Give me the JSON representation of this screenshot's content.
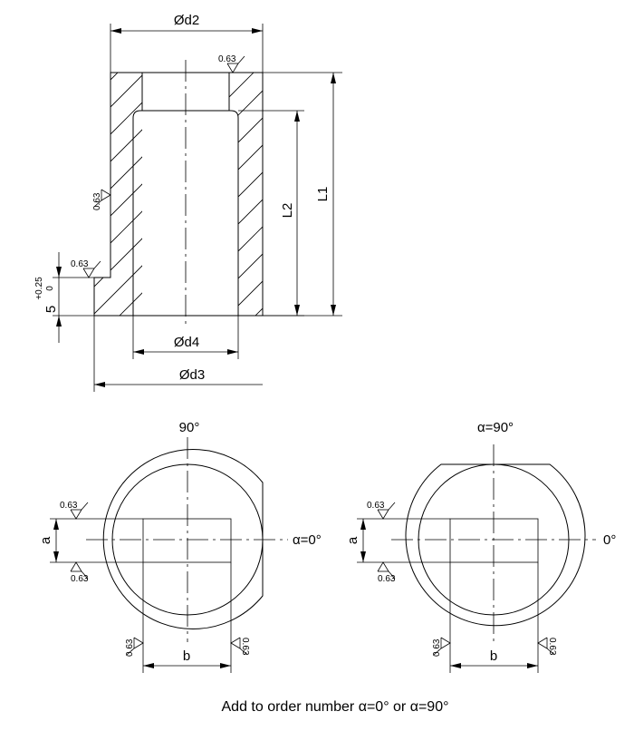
{
  "section_view": {
    "dim_outer_diameter": "Ød2",
    "dim_bore_diameter": "Ød4",
    "dim_flange_diameter": "Ød3",
    "dim_total_length": "L1",
    "dim_bore_length": "L2",
    "dim_step_height": "5",
    "step_tol_upper": "+0.25",
    "step_tol_lower": "0",
    "roughness_top": "0.63",
    "roughness_side": "0.63",
    "roughness_step": "0.63"
  },
  "left_view": {
    "angle_top": "90°",
    "angle_right": "α=0°",
    "dim_slot_width": "a",
    "dim_slot_length": "b",
    "roughness_top": "0.63",
    "roughness_bottom": "0.63",
    "roughness_b_left": "0.63",
    "roughness_b_right": "0.63"
  },
  "right_view": {
    "angle_top": "α=90°",
    "angle_right": "0°",
    "dim_slot_width": "a",
    "dim_slot_length": "b",
    "roughness_top": "0.63",
    "roughness_bottom": "0.63",
    "roughness_b_left": "0.63",
    "roughness_b_right": "0.63"
  },
  "footer": {
    "note": "Add to order number α=0° or α=90°"
  }
}
